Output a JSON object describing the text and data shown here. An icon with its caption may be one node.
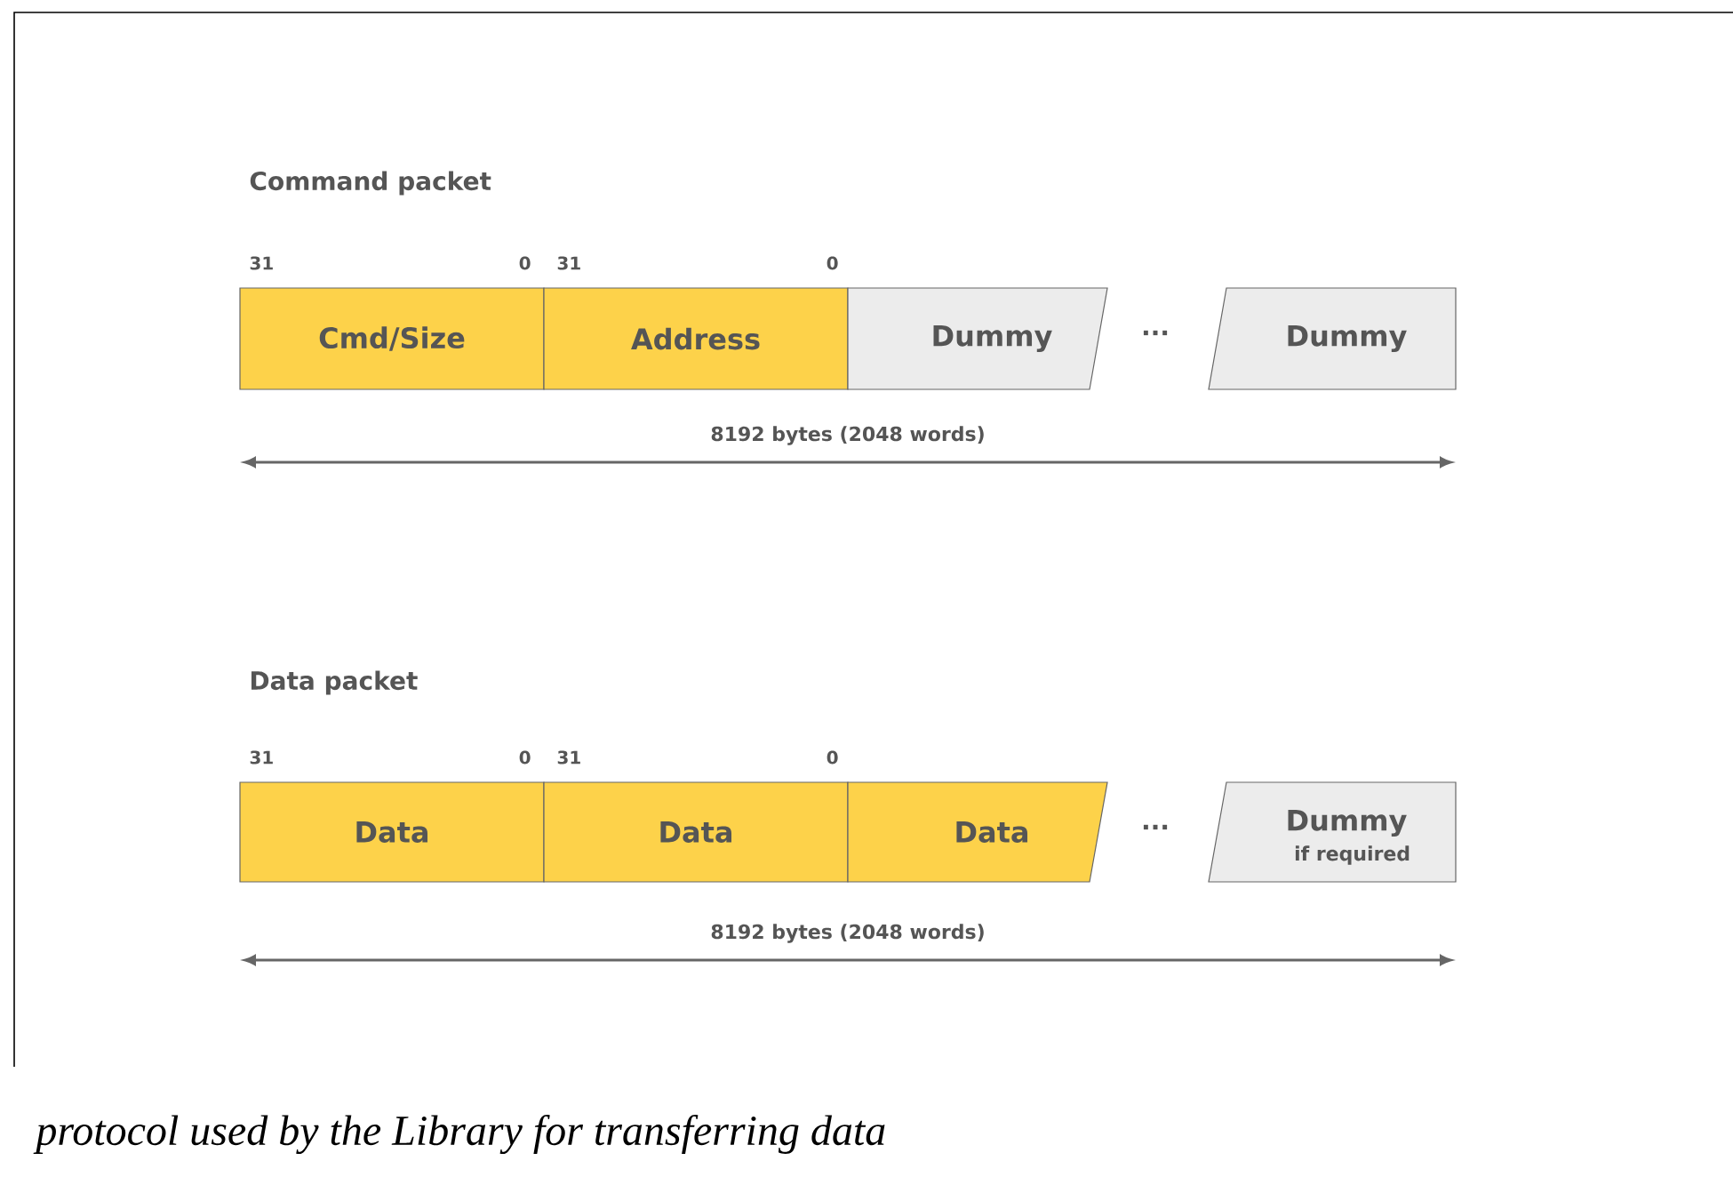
{
  "diagram": {
    "caption": "protocol used by the Library for transferring data",
    "nodes": [
      {
        "text": [
          "Cmd/Size"
        ]
      },
      {
        "text": [
          "Address"
        ]
      },
      {
        "text": [
          "Dummy"
        ]
      },
      {
        "text": [
          "Dummy"
        ]
      },
      {
        "text": [
          "Data"
        ]
      },
      {
        "text": [
          "Data"
        ]
      },
      {
        "text": [
          "Data"
        ]
      },
      {
        "text": [
          "Dummy",
          "if required"
        ]
      }
    ],
    "labels": [
      "Command packet",
      "31",
      "0",
      "31",
      "0",
      "···",
      "8192 bytes (2048 words)",
      "Data packet",
      "31",
      "0",
      "31",
      "0",
      "···",
      "8192 bytes (2048 words)"
    ]
  }
}
